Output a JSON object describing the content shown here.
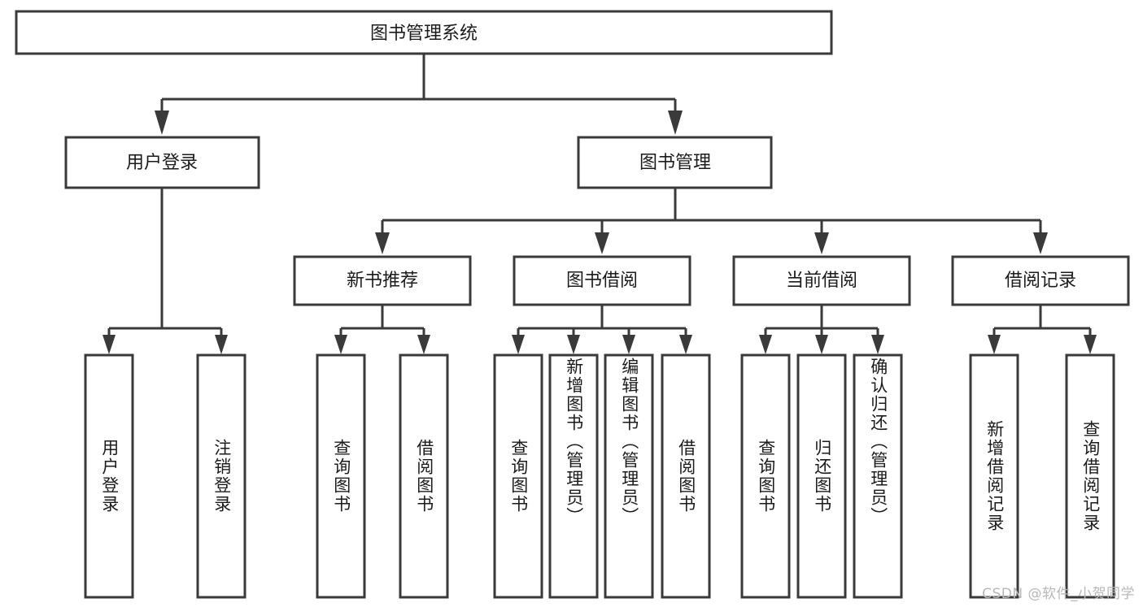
{
  "diagram": {
    "title": "图书管理系统",
    "type": "tree-hierarchy-chart",
    "watermark": "CSDN @软件_小贺同学",
    "colors": {
      "box_stroke": "#3a3a3a",
      "box_fill": "#ffffff",
      "text": "#1b1b1b",
      "background": "#ffffff",
      "watermark": "#b8b8b8"
    },
    "levels": {
      "root": {
        "label": "图书管理系统"
      },
      "level2": [
        {
          "id": "user-login",
          "label": "用户登录"
        },
        {
          "id": "book-management",
          "label": "图书管理"
        }
      ],
      "level3": [
        {
          "id": "new-book-recommend",
          "label": "新书推荐",
          "parent": "book-management"
        },
        {
          "id": "book-borrow",
          "label": "图书借阅",
          "parent": "book-management"
        },
        {
          "id": "current-borrow",
          "label": "当前借阅",
          "parent": "book-management"
        },
        {
          "id": "borrow-record",
          "label": "借阅记录",
          "parent": "book-management"
        }
      ],
      "leaves": [
        {
          "id": "leaf-user-login",
          "label": "用户登录",
          "parent": "user-login"
        },
        {
          "id": "leaf-logout-login",
          "label": "注销登录",
          "parent": "user-login"
        },
        {
          "id": "leaf-query-book-1",
          "label": "查询图书",
          "parent": "new-book-recommend"
        },
        {
          "id": "leaf-borrow-book-1",
          "label": "借阅图书",
          "parent": "new-book-recommend"
        },
        {
          "id": "leaf-query-book-2",
          "label": "查询图书",
          "parent": "book-borrow"
        },
        {
          "id": "leaf-add-book",
          "label": "新增图书（管理员）",
          "parent": "book-borrow"
        },
        {
          "id": "leaf-edit-book",
          "label": "编辑图书（管理员）",
          "parent": "book-borrow"
        },
        {
          "id": "leaf-borrow-book-2",
          "label": "借阅图书",
          "parent": "book-borrow"
        },
        {
          "id": "leaf-query-book-3",
          "label": "查询图书",
          "parent": "current-borrow"
        },
        {
          "id": "leaf-return-book",
          "label": "归还图书",
          "parent": "current-borrow"
        },
        {
          "id": "leaf-confirm-return",
          "label": "确认归还（管理员）",
          "parent": "current-borrow"
        },
        {
          "id": "leaf-add-record",
          "label": "新增借阅记录",
          "parent": "borrow-record"
        },
        {
          "id": "leaf-query-record",
          "label": "查询借阅记录",
          "parent": "borrow-record"
        }
      ]
    }
  }
}
